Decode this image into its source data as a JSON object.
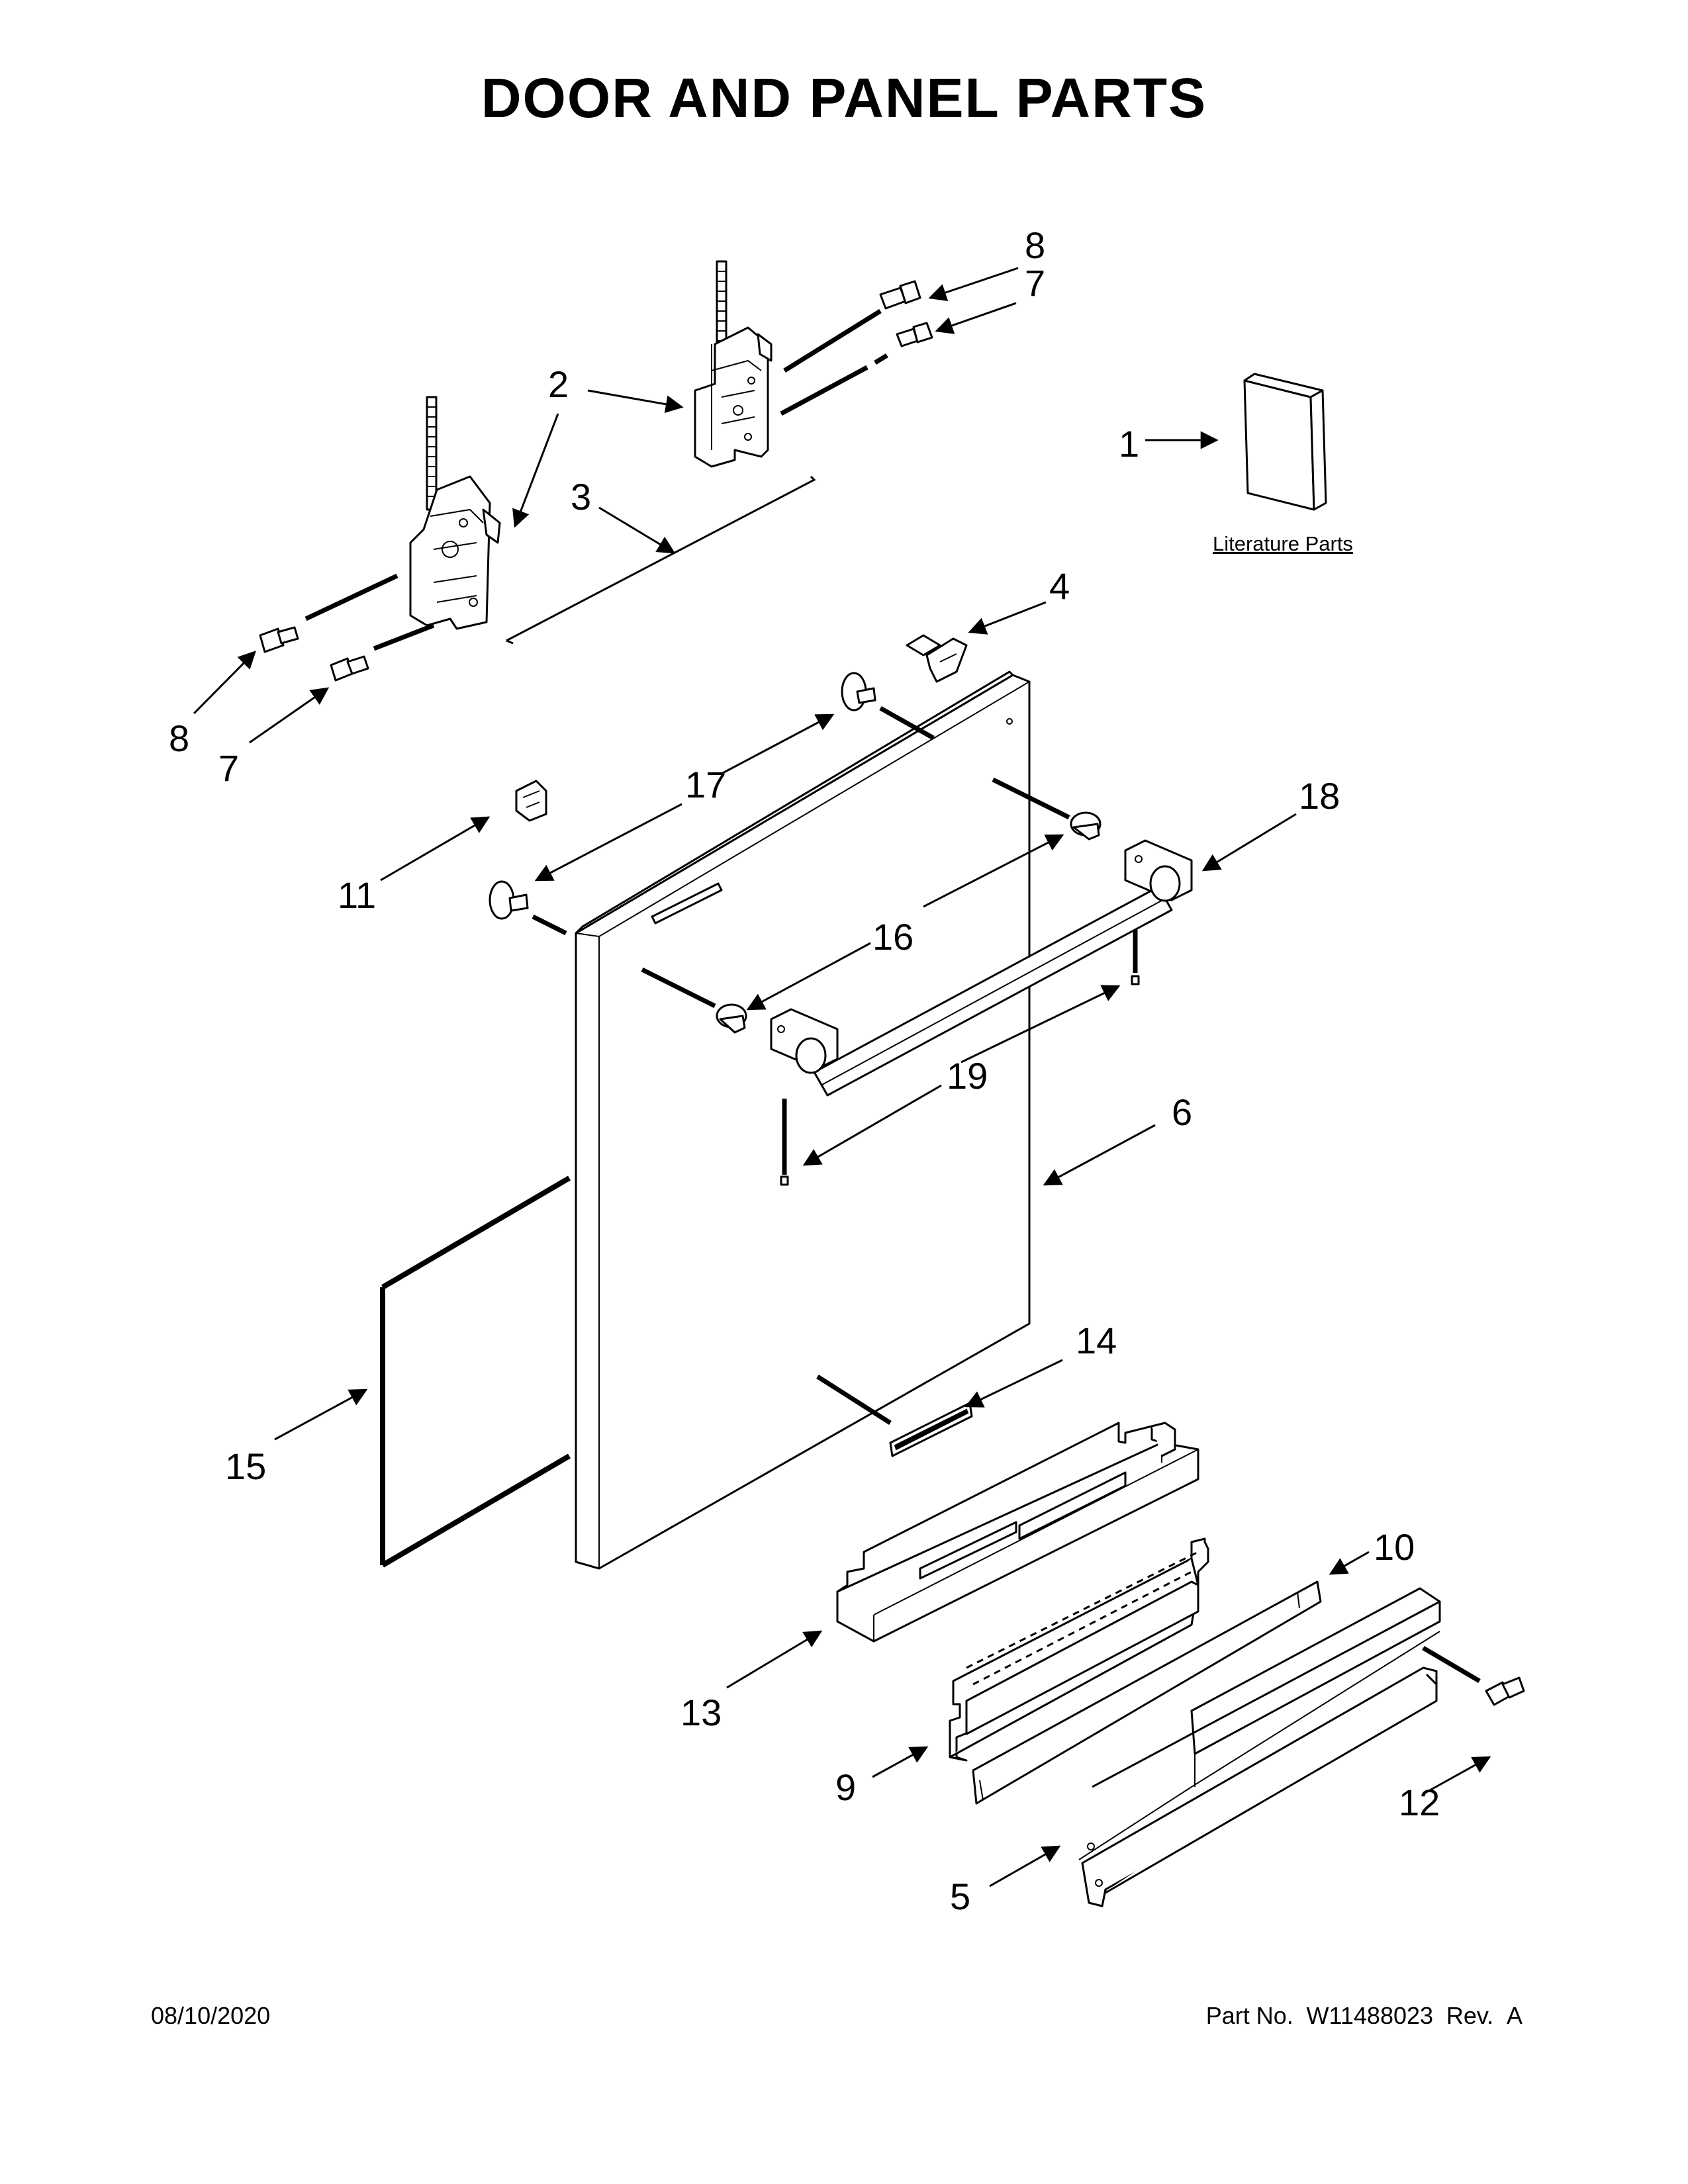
{
  "title": "DOOR AND PANEL PARTS",
  "literature_label": "Literature Parts",
  "callouts": {
    "c1": "1",
    "c2": "2",
    "c3": "3",
    "c4": "4",
    "c5": "5",
    "c6": "6",
    "c7_top": "7",
    "c7_left": "7",
    "c8_top": "8",
    "c8_left": "8",
    "c9": "9",
    "c10": "10",
    "c11": "11",
    "c12": "12",
    "c13": "13",
    "c14": "14",
    "c15": "15",
    "c16": "16",
    "c17": "17",
    "c18": "18",
    "c19": "19"
  },
  "footer": {
    "date": "08/10/2020",
    "part_no_label": "Part No.",
    "part_no": "W11488023",
    "rev_label": "Rev.",
    "rev": "A"
  }
}
